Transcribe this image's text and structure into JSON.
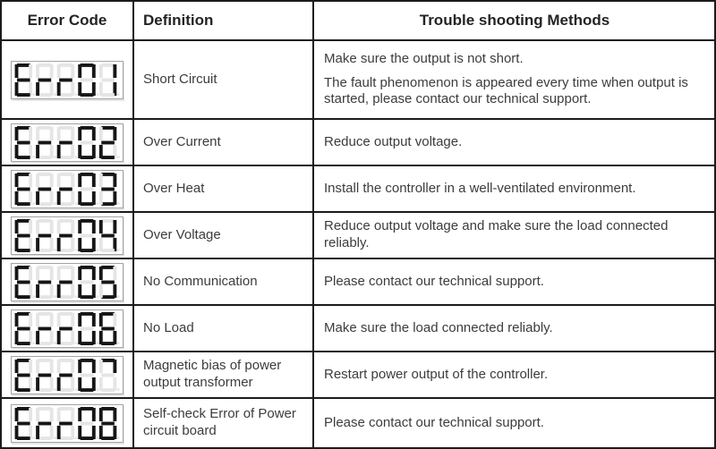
{
  "table": {
    "headers": [
      "Error Code",
      "Definition",
      "Trouble shooting Methods"
    ],
    "rows": [
      {
        "code": "Err01",
        "definition": "Short Circuit",
        "methods": [
          "Make sure the output is not short.",
          "The fault phenomenon is appeared every time when output is started, please contact our technical support."
        ]
      },
      {
        "code": "Err02",
        "definition": "Over Current",
        "methods": [
          "Reduce output voltage."
        ]
      },
      {
        "code": "Err03",
        "definition": "Over Heat",
        "methods": [
          "Install the controller in a well-ventilated environment."
        ]
      },
      {
        "code": "Err04",
        "definition": "Over Voltage",
        "methods": [
          "Reduce output voltage and make sure the load connected reliably."
        ]
      },
      {
        "code": "Err05",
        "definition": "No Communication",
        "methods": [
          "Please contact our technical support."
        ]
      },
      {
        "code": "Err06",
        "definition": "No Load",
        "methods": [
          "Make sure the load connected reliably."
        ]
      },
      {
        "code": "Err07",
        "definition": "Magnetic bias of power output transformer",
        "methods": [
          "Restart power output of the controller."
        ]
      },
      {
        "code": "Err08",
        "definition": "Self-check Error of Power circuit board",
        "methods": [
          "Please contact our technical support."
        ]
      }
    ]
  },
  "colors": {
    "table_border": "#1b1b1b",
    "header_text": "#242424",
    "body_text": "#3c3c3c",
    "segment_on": "#161616",
    "segment_off": "#e5e5e5",
    "display_border": "#a3a3a3",
    "display_background": "#ffffff"
  }
}
